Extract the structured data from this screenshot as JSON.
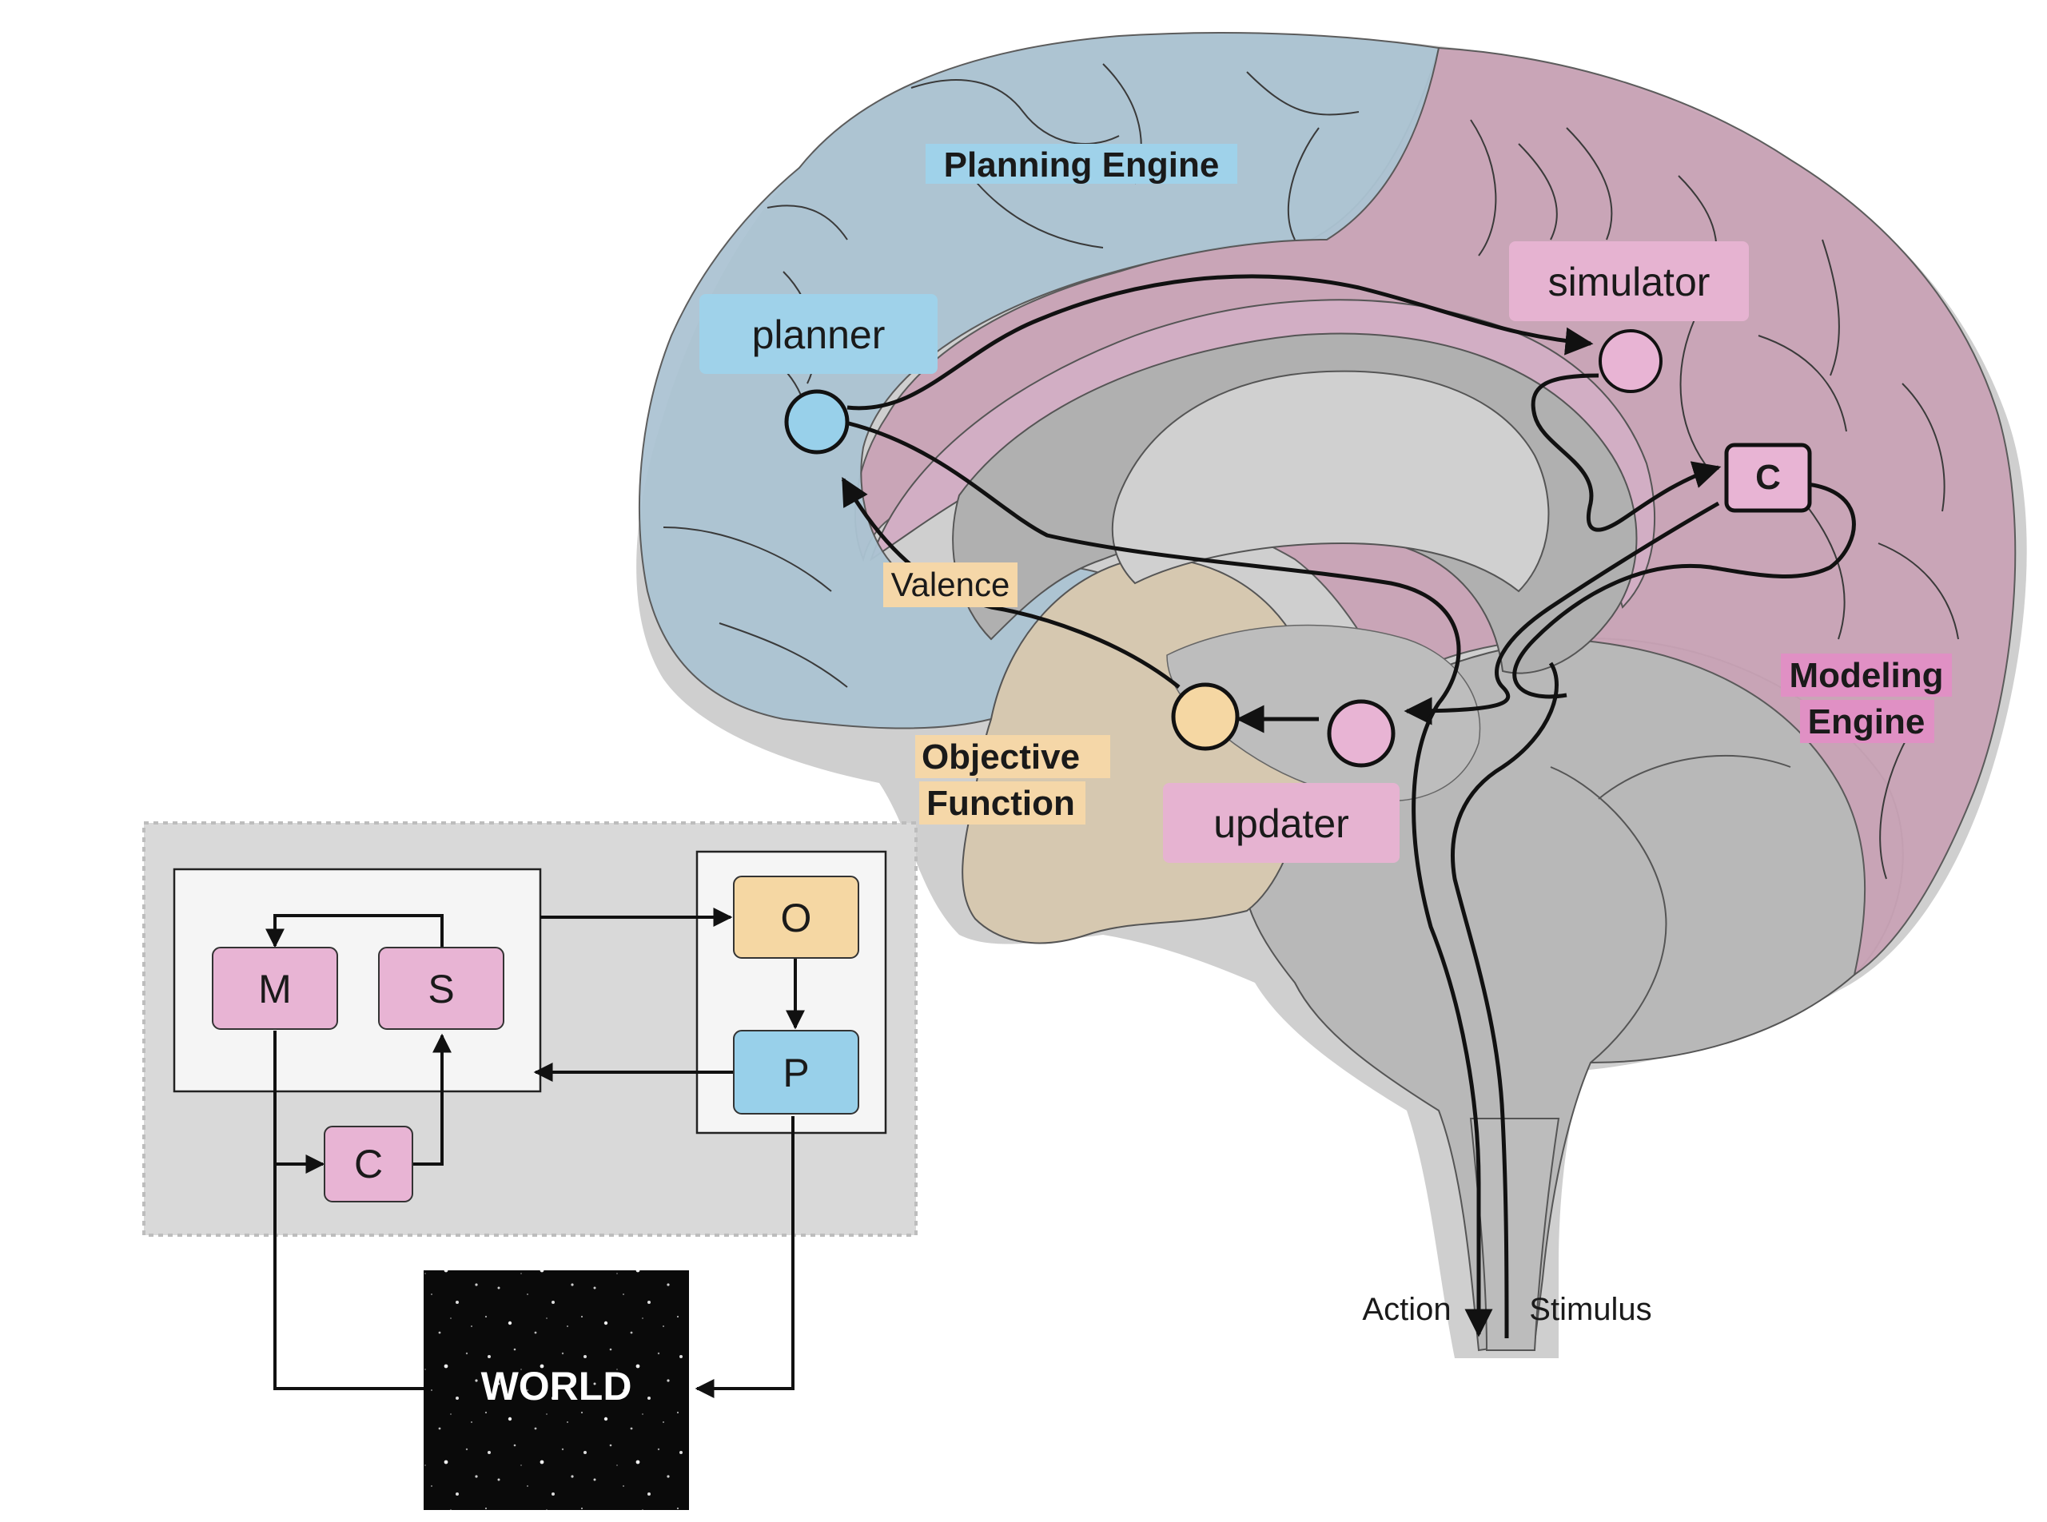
{
  "brain": {
    "planning_engine": "Planning Engine",
    "modeling_engine_line1": "Modeling",
    "modeling_engine_line2": "Engine",
    "objective_function_line1": "Objective",
    "objective_function_line2": "Function",
    "planner": "planner",
    "simulator": "simulator",
    "updater": "updater",
    "valence": "Valence",
    "c_box": "C",
    "action": "Action",
    "stimulus": "Stimulus"
  },
  "schematic": {
    "m": "M",
    "s": "S",
    "c": "C",
    "o": "O",
    "p": "P",
    "world": "WORLD"
  },
  "colors": {
    "planning": "#a9c7d8",
    "planning_label": "#9fd2ea",
    "modeling": "#d7a9c3",
    "modeling_label": "#e6b3d1",
    "objective": "#d8c9ad",
    "objective_label": "#f5d7a8",
    "brainstem": "#b8b8b8",
    "node_blue": "#98d0ea",
    "node_pink": "#e8b4d4",
    "node_orange": "#f5d7a3"
  }
}
